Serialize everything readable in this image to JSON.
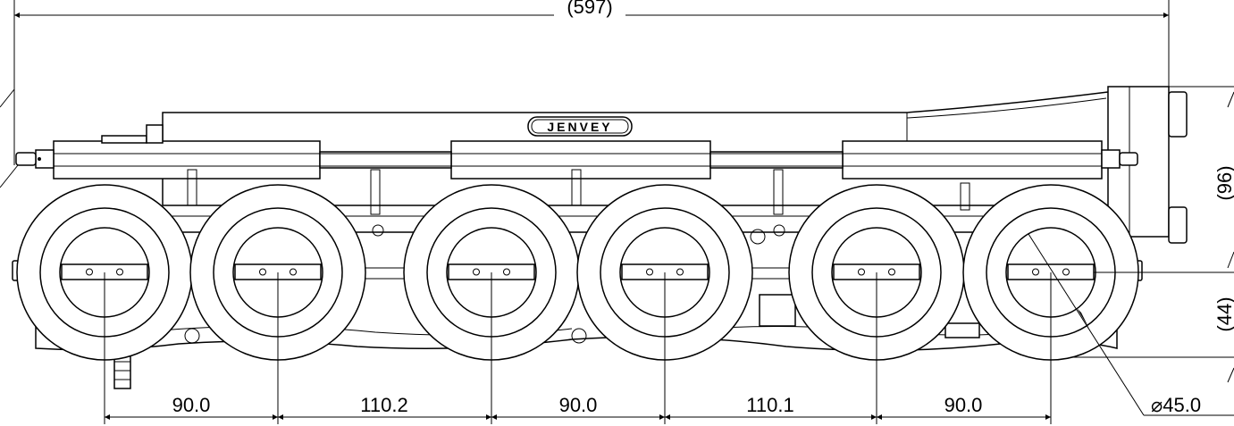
{
  "drawing": {
    "overall_length": "(597)",
    "height_dim": "(96)",
    "axis_dim": "(44)",
    "bore_diameter": "⌀45.0",
    "brand_badge": "JENVEY",
    "spacing_dims": [
      "90.0",
      "110.2",
      "90.0",
      "110.1",
      "90.0"
    ],
    "colors": {
      "line": "#000000",
      "background": "#ffffff"
    }
  }
}
